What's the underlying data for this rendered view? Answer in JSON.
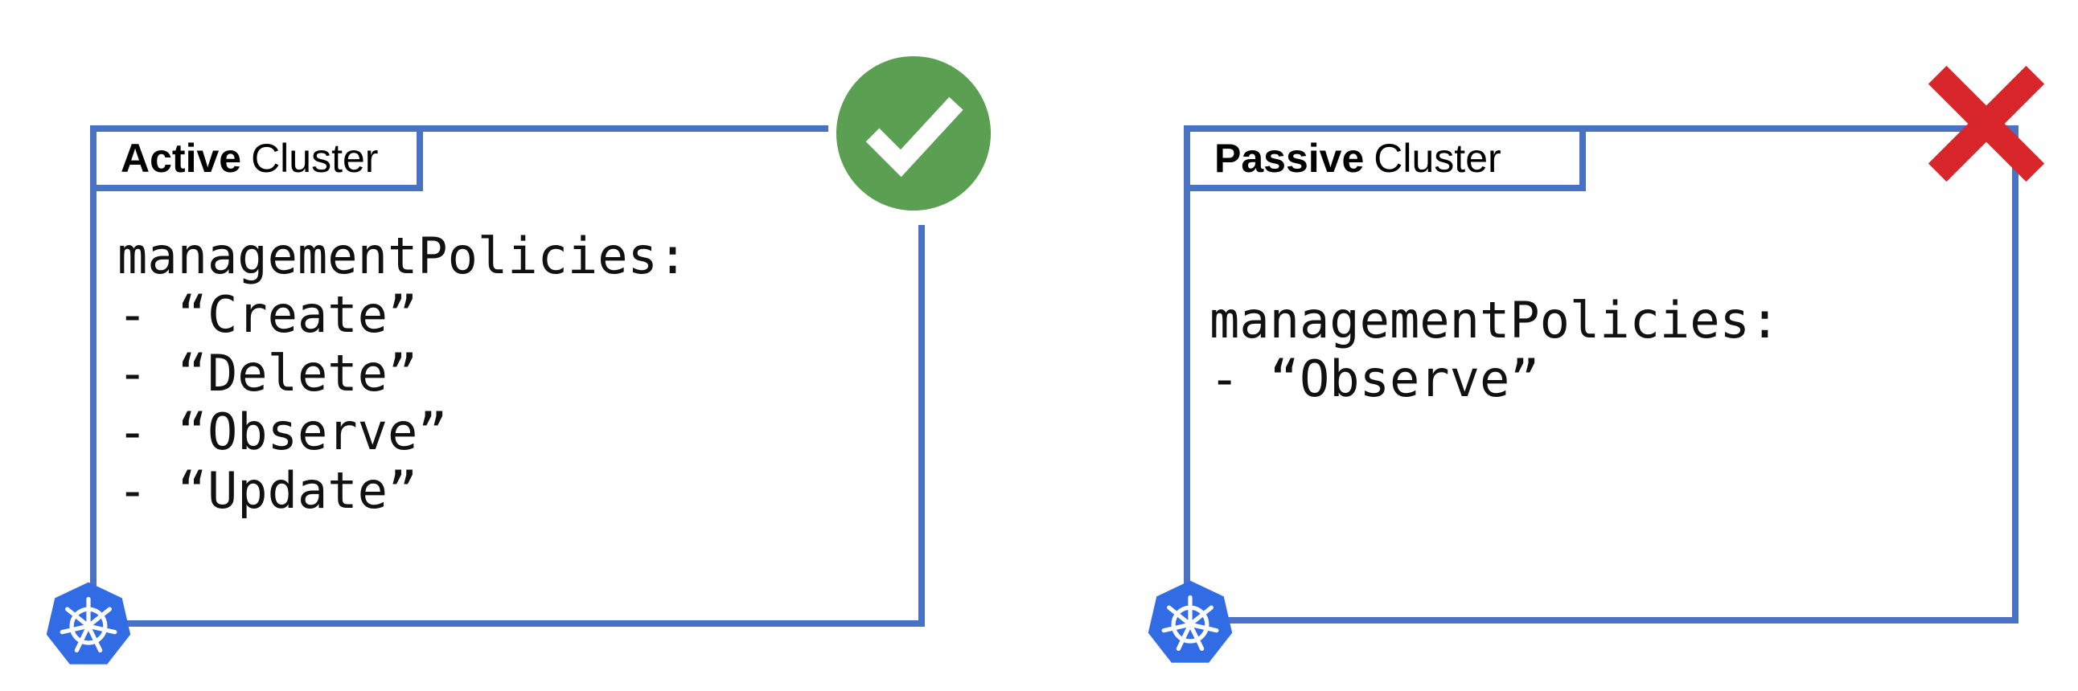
{
  "active": {
    "tab_strong": "Active",
    "tab_rest": "Cluster",
    "code": "managementPolicies:\n- “Create”\n- “Delete”\n- “Observe”\n- “Update”",
    "status_icon": "check-icon",
    "status_color": "#5ba052",
    "logo_icon": "kubernetes-icon"
  },
  "passive": {
    "tab_strong": "Passive",
    "tab_rest": "Cluster",
    "code": "managementPolicies:\n- “Observe”",
    "status_icon": "cross-icon",
    "status_color": "#d9262b",
    "logo_icon": "kubernetes-icon"
  },
  "colors": {
    "frame": "#4a72c4",
    "kubernetes": "#326ce5"
  }
}
